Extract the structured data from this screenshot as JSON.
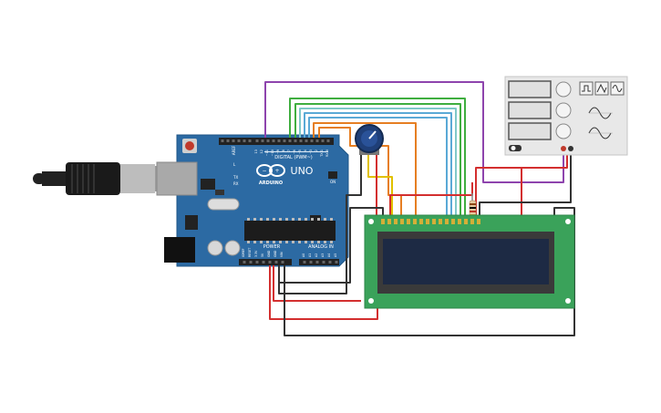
{
  "arduino": {
    "brand_text": "ARDUINO",
    "model_text": "UNO",
    "digital_label": "DIGITAL (PWM~)",
    "power_label": "POWER",
    "analog_label": "ANALOG IN",
    "aref_label": "AREF",
    "gnd_label": "GND",
    "tx_label": "TX",
    "rx_label": "RX",
    "l_label": "L",
    "on_label": "ON",
    "digital_pins": [
      "13",
      "12",
      "~11",
      "~10",
      "~9",
      "8",
      "7",
      "~6",
      "~5",
      "4",
      "~3",
      "2",
      "TX 1",
      "RX 0"
    ],
    "power_pins": [
      "IOREF",
      "RESET",
      "3.3V",
      "5V",
      "GND",
      "GND",
      "VIN"
    ],
    "analog_pins": [
      "A0",
      "A1",
      "A2",
      "A3",
      "A4",
      "A5"
    ]
  },
  "colors": {
    "board": "#2c6aa3",
    "board_edge": "#1f5687",
    "lcd_pcb": "#3aa25a",
    "lcd_screen": "#1d2a44",
    "wire_red": "#d32f2f",
    "wire_black": "#333333",
    "wire_purple": "#8e44ad",
    "wire_orange": "#e67e22",
    "wire_yellow": "#e1c100",
    "wire_green": "#3fae3f",
    "wire_teal": "#7ec8c8",
    "wire_blue": "#5aa9d6"
  },
  "icons": {
    "usb_cable": "usb-cable-icon",
    "potentiometer": "potentiometer-icon",
    "resistor": "resistor-icon",
    "square_wave": "square-wave-icon",
    "triangle_wave": "triangle-wave-icon",
    "sine_wave": "sine-wave-icon"
  }
}
